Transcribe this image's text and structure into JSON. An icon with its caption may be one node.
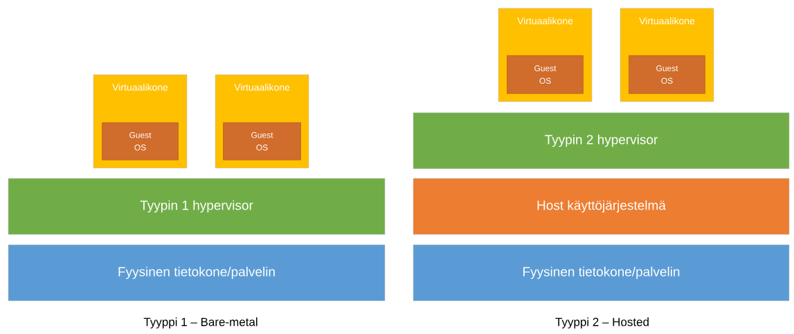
{
  "diagram": {
    "nodes": [
      {
        "text": [
          "Virtuaalikone"
        ]
      },
      {
        "text": [
          "Guest OS"
        ],
        "in": 0
      },
      {
        "text": [
          "Virtuaalikone"
        ]
      },
      {
        "text": [
          "Guest OS"
        ],
        "in": 2
      },
      {
        "text": [
          "Tyypin 1 hypervisor"
        ]
      },
      {
        "text": [
          "Fyysinen tietokone/palvelin"
        ]
      },
      {
        "text": [
          "Virtuaalikone"
        ]
      },
      {
        "text": [
          "Guest OS"
        ],
        "in": 6
      },
      {
        "text": [
          "Virtuaalikone"
        ]
      },
      {
        "text": [
          "Guest OS"
        ],
        "in": 8
      },
      {
        "text": [
          "Tyypin 2 hypervisor"
        ]
      },
      {
        "text": [
          "Host käyttöjärjestelmä"
        ]
      },
      {
        "text": [
          "Fyysinen tietokone/palvelin"
        ]
      }
    ],
    "labels": [
      "Tyyppi 1 – Bare-metal",
      "Tyyppi 2 – Hosted"
    ]
  }
}
